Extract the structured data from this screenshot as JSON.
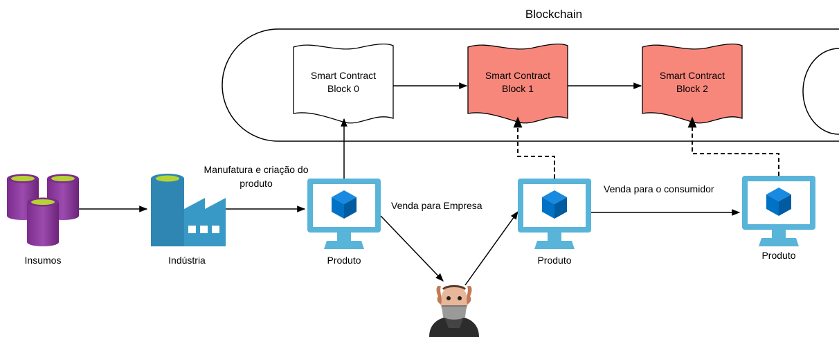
{
  "title": "Blockchain",
  "blocks": [
    {
      "line1": "Smart Contract",
      "line2": "Block 0",
      "fill": "#ffffff"
    },
    {
      "line1": "Smart Contract",
      "line2": "Block 1",
      "fill": "#f8877b"
    },
    {
      "line1": "Smart Contract",
      "line2": "Block 2",
      "fill": "#f8877b"
    }
  ],
  "nodes": {
    "insumos": "Insumos",
    "industria": "Indústria",
    "produto_1": "Produto",
    "produto_2": "Produto",
    "produto_3": "Produto"
  },
  "edges": {
    "manufatura_line1": "Manufatura e criação do",
    "manufatura_line2": "produto",
    "venda_empresa": "Venda para Empresa",
    "venda_consumidor": "Venda para o consumidor"
  },
  "icons": {
    "insumos": "database-cylinders-icon",
    "industria": "factory-icon",
    "produto": "monitor-cube-icon",
    "middleman": "masked-person-icon"
  },
  "colors": {
    "cylinder": "#8f3fa0",
    "cylinder_top": "#b6d334",
    "factory": "#3999c6",
    "monitor": "#59b4d9",
    "cube": "#0072c6",
    "highlight_block": "#f8877b"
  }
}
